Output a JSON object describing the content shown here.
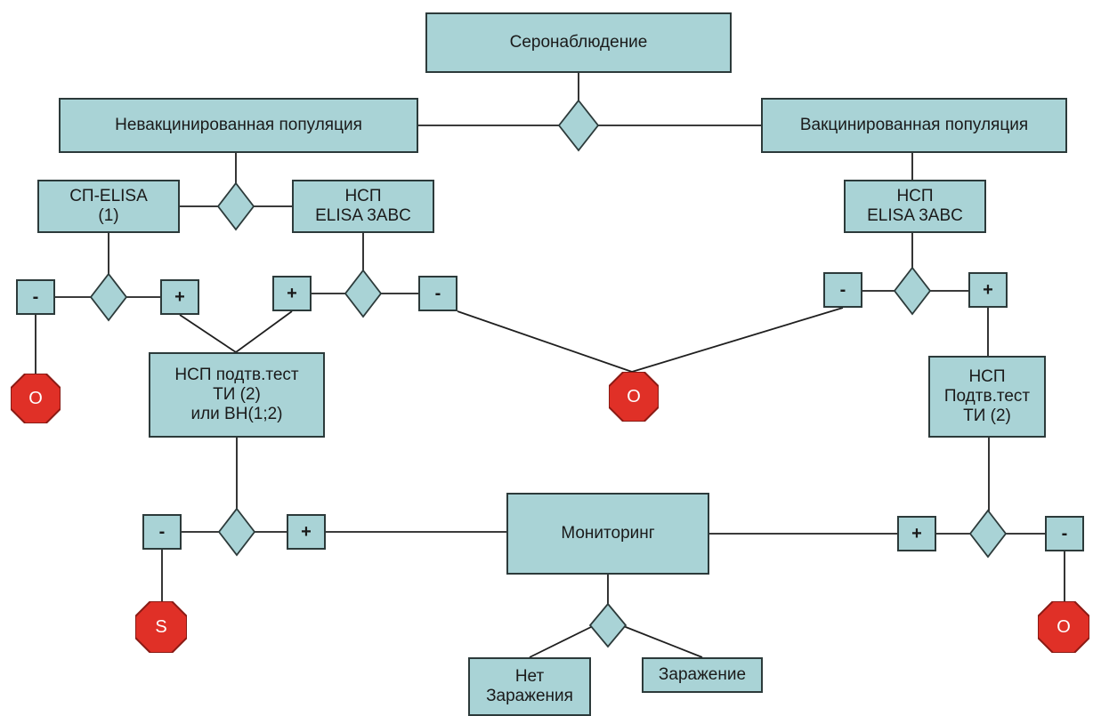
{
  "colors": {
    "box_fill": "#a9d3d6",
    "box_border": "#2c3a3a",
    "line": "#1f1f1f",
    "stop_fill": "#e03027",
    "stop_border": "#8a1a14"
  },
  "nodes": {
    "seronab": "Серонаблюдение",
    "unvax_pop": "Невакцинированная популяция",
    "vax_pop": "Вакцинированная популяция",
    "sp_elisa": "СП-ELISA\n(1)",
    "nsp_elisa_left": "НСП\nELISA 3ABC",
    "nsp_elisa_right": "НСП\nELISA 3ABC",
    "nsp_confirm_left": "НСП подтв.тест\nТИ (2)\nили ВН(1;2)",
    "nsp_confirm_right": "НСП\nПодтв.тест\nТИ (2)",
    "monitoring": "Мониторинг",
    "no_infection": "Нет\nЗаражения",
    "infection": "Заражение"
  },
  "signs": {
    "minus": "-",
    "plus": "+"
  },
  "stops": {
    "o": "O",
    "s": "S"
  }
}
